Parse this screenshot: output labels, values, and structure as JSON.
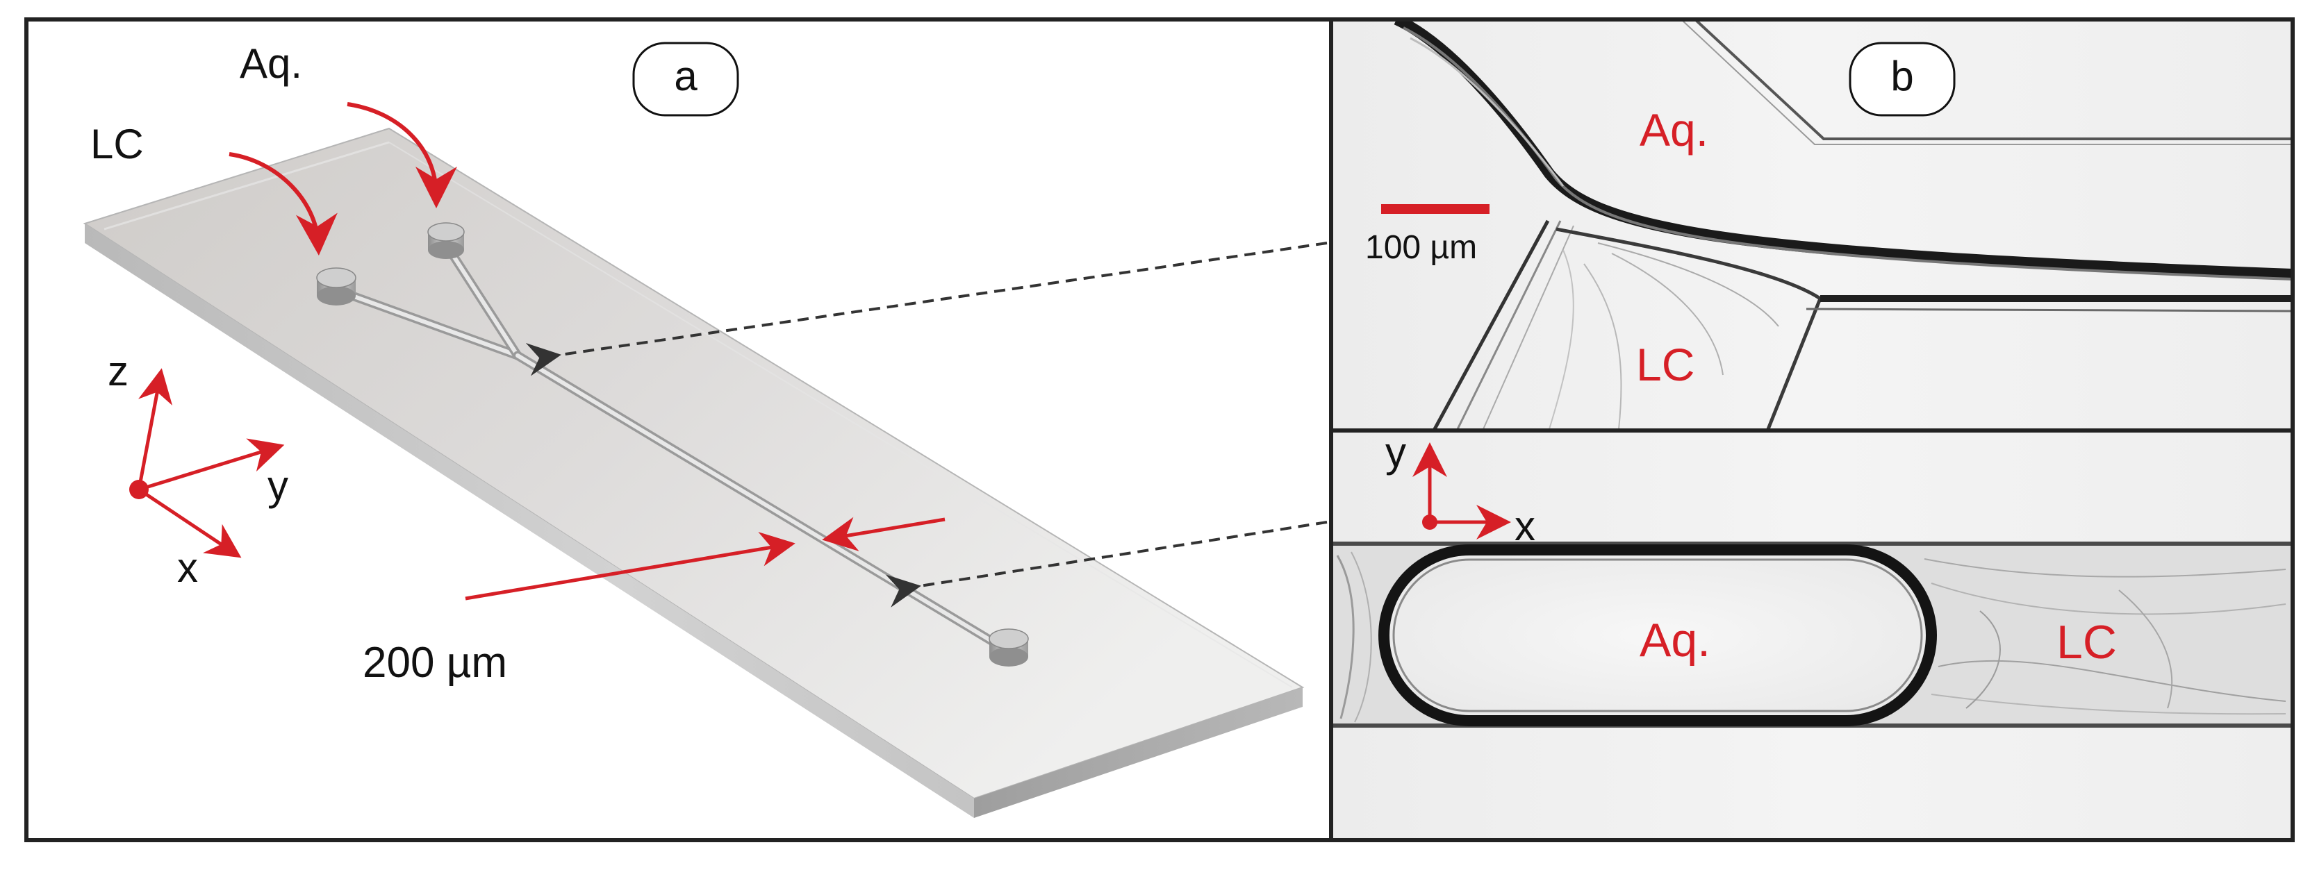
{
  "panel_a": {
    "tag": "a",
    "inlet_labels": {
      "aqueous": "Aq.",
      "liquid_crystal": "LC"
    },
    "axes": {
      "z": "z",
      "y": "y",
      "x": "x"
    },
    "width_label": "200 µm"
  },
  "panel_b": {
    "tag": "b",
    "top_image": {
      "aqueous_label": "Aq.",
      "lc_label": "LC",
      "scale_bar_label": "100 µm"
    },
    "bottom_image": {
      "axes": {
        "y": "y",
        "x": "x"
      },
      "droplet_label": "Aq.",
      "lc_label": "LC"
    }
  },
  "colors": {
    "annotation_red": "#d61f26",
    "frame": "#222222",
    "leader_dashed": "#333333"
  }
}
